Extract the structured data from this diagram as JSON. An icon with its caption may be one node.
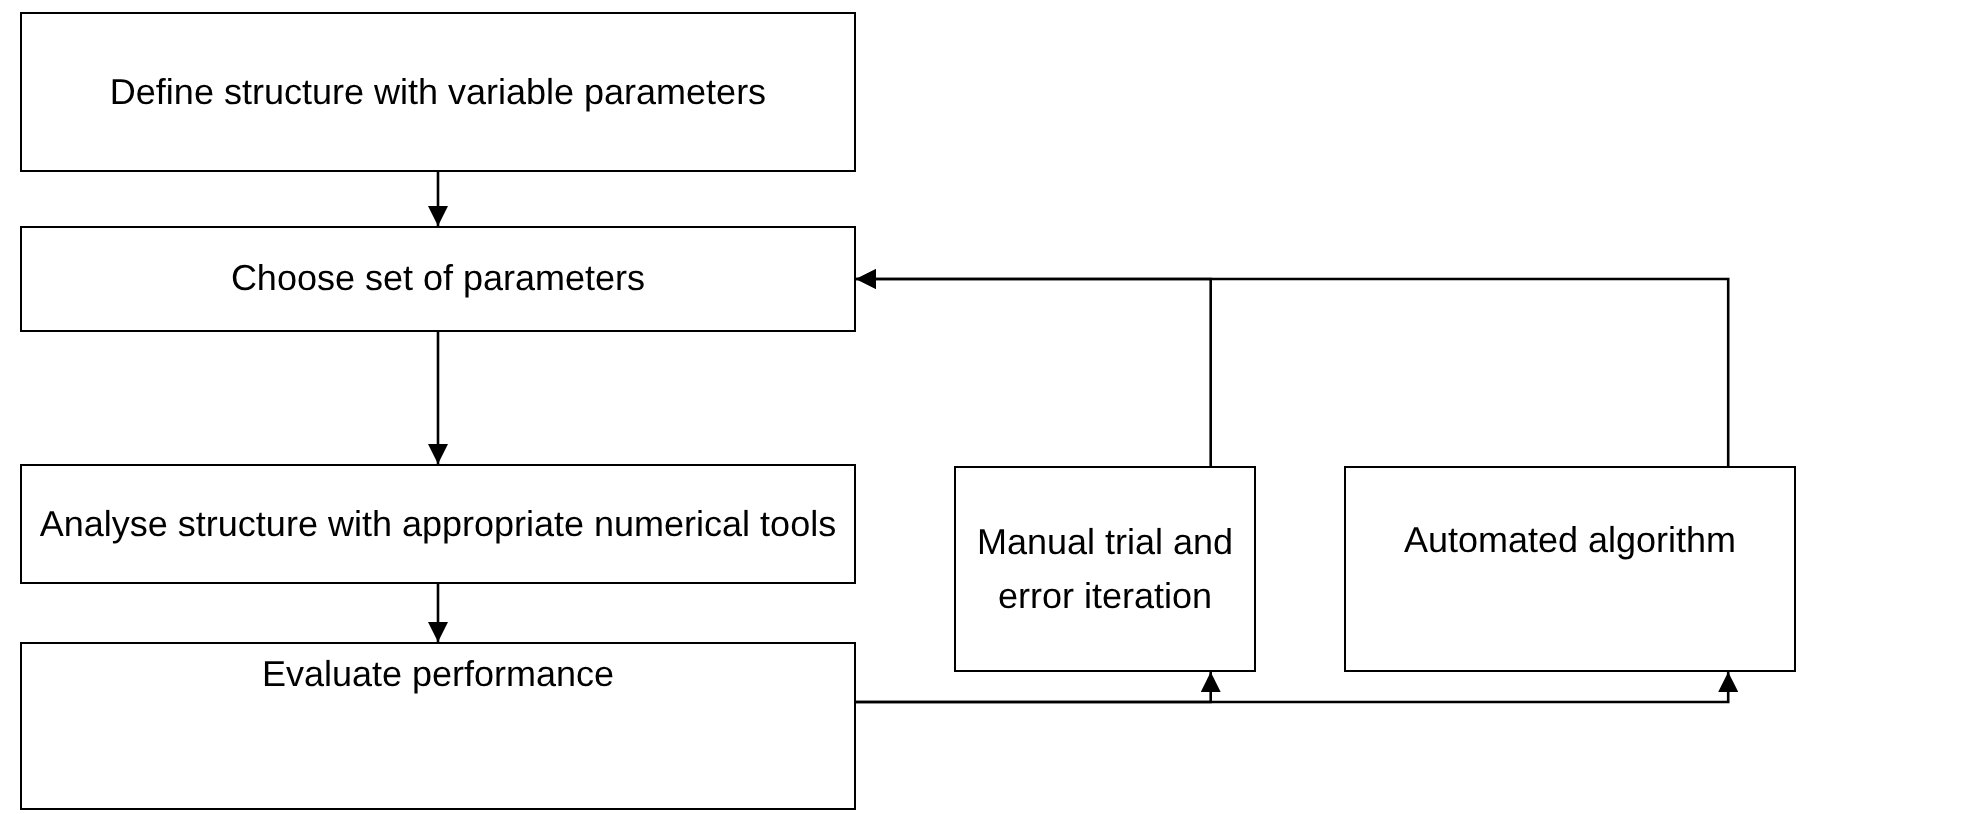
{
  "diagram": {
    "nodes": [
      {
        "text": [
          "Define structure with variable parameters"
        ]
      },
      {
        "text": [
          "Choose set of parameters"
        ]
      },
      {
        "text": [
          "Analyse structure with appropriate numerical tools"
        ]
      },
      {
        "text": [
          "Evaluate performance"
        ]
      },
      {
        "text": [
          "Manual trial and error iteration"
        ]
      },
      {
        "text": [
          "Automated algorithm"
        ]
      }
    ],
    "edges": [
      {
        "from": 0,
        "to": 1,
        "arrow": "to"
      },
      {
        "from": 1,
        "to": 2,
        "arrow": "to"
      },
      {
        "from": 2,
        "to": 3,
        "arrow": "to"
      },
      {
        "from": 3,
        "to": 4,
        "arrow": "to"
      },
      {
        "from": 3,
        "to": 5,
        "arrow": "to"
      },
      {
        "from": 4,
        "to": 1,
        "arrow": "to"
      },
      {
        "from": 5,
        "to": 1,
        "arrow": "to"
      }
    ]
  }
}
